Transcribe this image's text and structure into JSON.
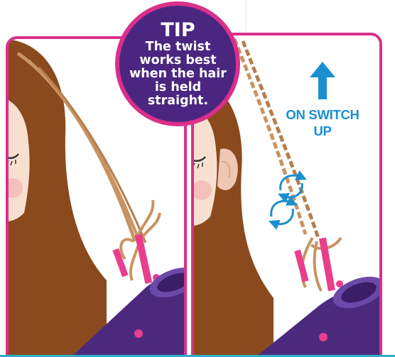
{
  "tip": {
    "title": "TIP",
    "body": "The twist works best when the hair is held straight."
  },
  "switch_label": "ON SWITCH UP",
  "colors": {
    "panel_border": "#d9308a",
    "hair": "#8a4a1d",
    "hair_strand": "#c99360",
    "skin": "#f7e0cf",
    "device": "#4b2a7e",
    "device_clip": "#e83e8c",
    "badge_fill": "#4a2680",
    "badge_ring": "#d9308a",
    "accent_blue": "#1a8fd0",
    "bottom_band": "#2ab0c8"
  },
  "icons": [
    "up-arrow-icon",
    "rotate-arrows-icon",
    "rotate-arrows-icon"
  ]
}
